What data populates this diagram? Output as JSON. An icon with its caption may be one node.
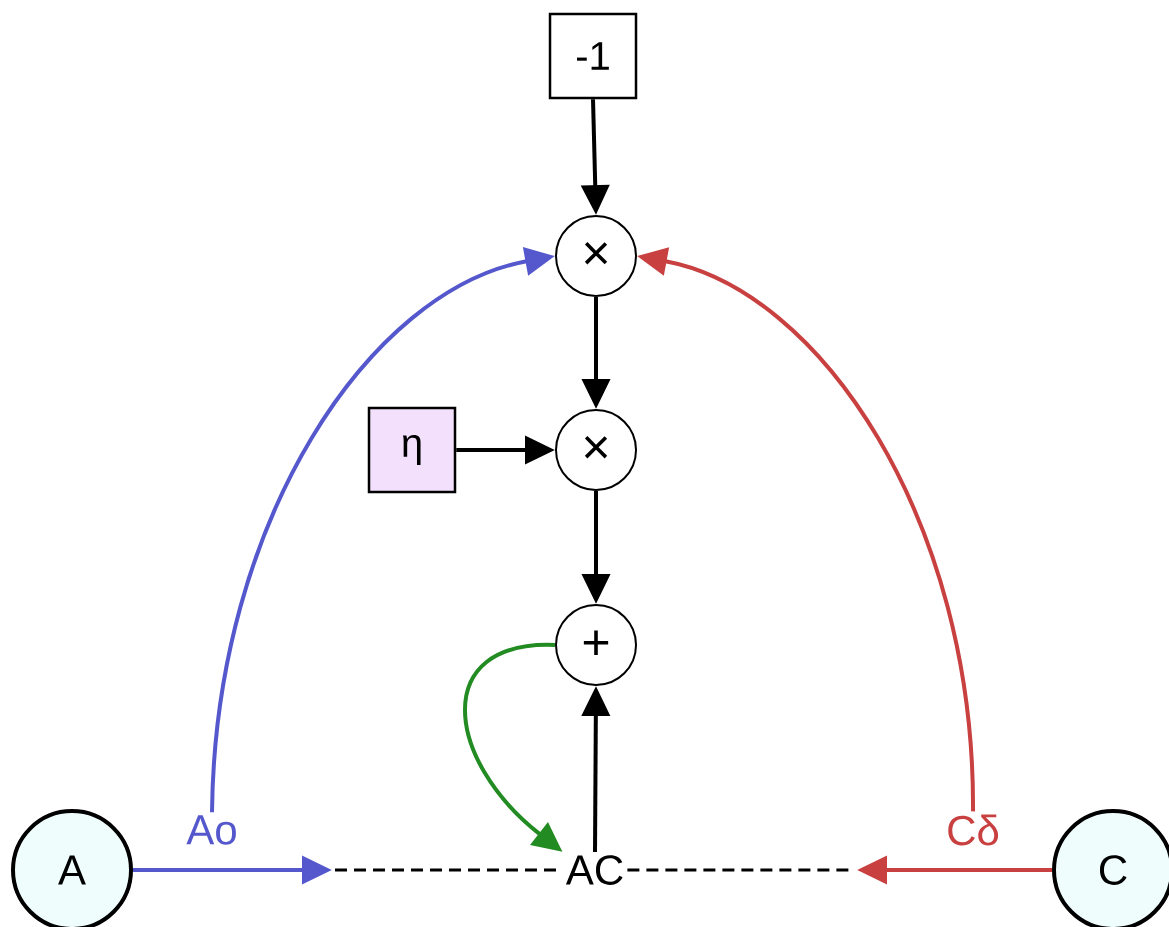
{
  "diagram": {
    "nodes": [
      {
        "text": [
          "-1"
        ]
      },
      {
        "text": [
          "×"
        ]
      },
      {
        "text": [
          "η"
        ]
      },
      {
        "text": [
          "×"
        ]
      },
      {
        "text": [
          "+"
        ]
      },
      {
        "text": [
          "A"
        ]
      },
      {
        "text": [
          "Ao"
        ]
      },
      {
        "text": [
          "AC"
        ]
      },
      {
        "text": [
          "Cδ"
        ]
      },
      {
        "text": [
          "C"
        ]
      }
    ],
    "edges": [
      {
        "from": 0,
        "to": 1,
        "arrow": "to"
      },
      {
        "from": 1,
        "to": 3,
        "arrow": "to"
      },
      {
        "from": 2,
        "to": 3,
        "arrow": "to"
      },
      {
        "from": 3,
        "to": 4,
        "arrow": "to"
      },
      {
        "from": 7,
        "to": 4,
        "arrow": "to"
      },
      {
        "from": 4,
        "to": 7,
        "arrow": "to",
        "color": "#228b22"
      },
      {
        "from": 6,
        "to": 1,
        "arrow": "to",
        "color": "#5558cc"
      },
      {
        "from": 8,
        "to": 1,
        "arrow": "to",
        "color": "#c94040"
      },
      {
        "from": 5,
        "to": null,
        "arrow": "to",
        "color": "#5558cc"
      },
      {
        "from": 9,
        "to": null,
        "arrow": "to",
        "color": "#c94040"
      }
    ]
  }
}
